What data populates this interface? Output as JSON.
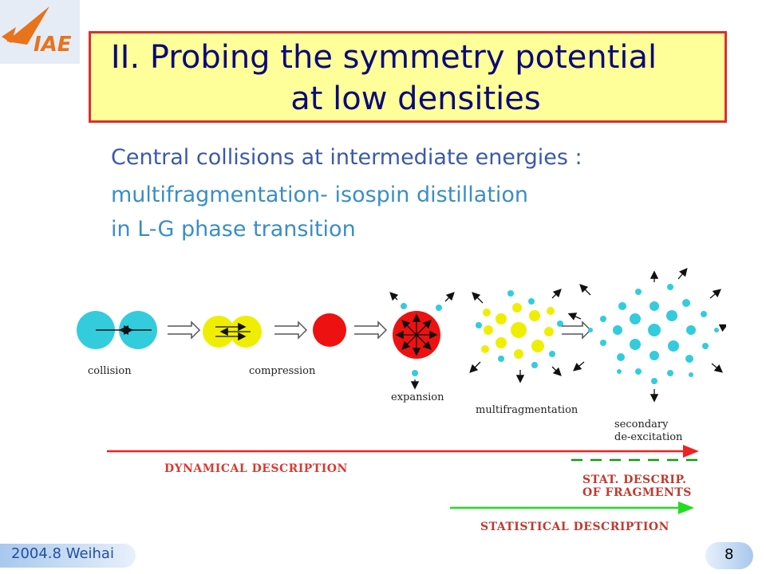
{
  "logo": {
    "text": "IAE",
    "color": "#e8731a"
  },
  "title": {
    "line1": "II. Probing the symmetry potential",
    "line2": "at low densities"
  },
  "subtitle": {
    "line1": "Central collisions at intermediate energies :",
    "line2": "multifragmentation- isospin distillation",
    "line3": "in L-G phase transition"
  },
  "diagram": {
    "stages": {
      "collision": "collision",
      "compression": "compression",
      "expansion": "expansion",
      "multifragmentation": "multifragmentation",
      "secondary1": "secondary",
      "secondary2": "de-excitation"
    },
    "descriptions": {
      "dynamical": "DYNAMICAL DESCRIPTION",
      "stat1": "STAT. DESCRIP.",
      "stat2": "OF FRAGMENTS",
      "statistical": "STATISTICAL DESCRIPTION"
    },
    "colors": {
      "cyan": "#33ccdd",
      "yellow": "#f0ee00",
      "red": "#ee1111",
      "green": "#22dd22"
    }
  },
  "footer": {
    "location": "2004.8 Weihai",
    "page": "8"
  }
}
